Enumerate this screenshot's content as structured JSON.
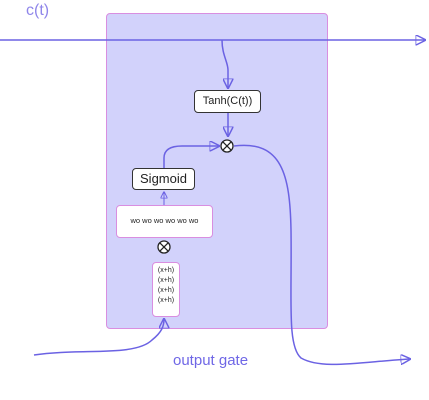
{
  "diagram": {
    "cell_state_label": "c(t)",
    "tanh_label": "Tanh(C(t))",
    "sigmoid_label": "Sigmoid",
    "weights_label": "wo wo wo wo wo wo",
    "input_lines": [
      "(x+h)",
      "(x+h)",
      "(x+h)",
      "(x+h)"
    ],
    "gate_label": "output gate",
    "multiply_symbol": "⊗",
    "colors": {
      "gate_fill": "#d2d2fb",
      "gate_border": "#d98ee0",
      "arrow": "#6b62e3",
      "label": "#8f86ea"
    }
  }
}
